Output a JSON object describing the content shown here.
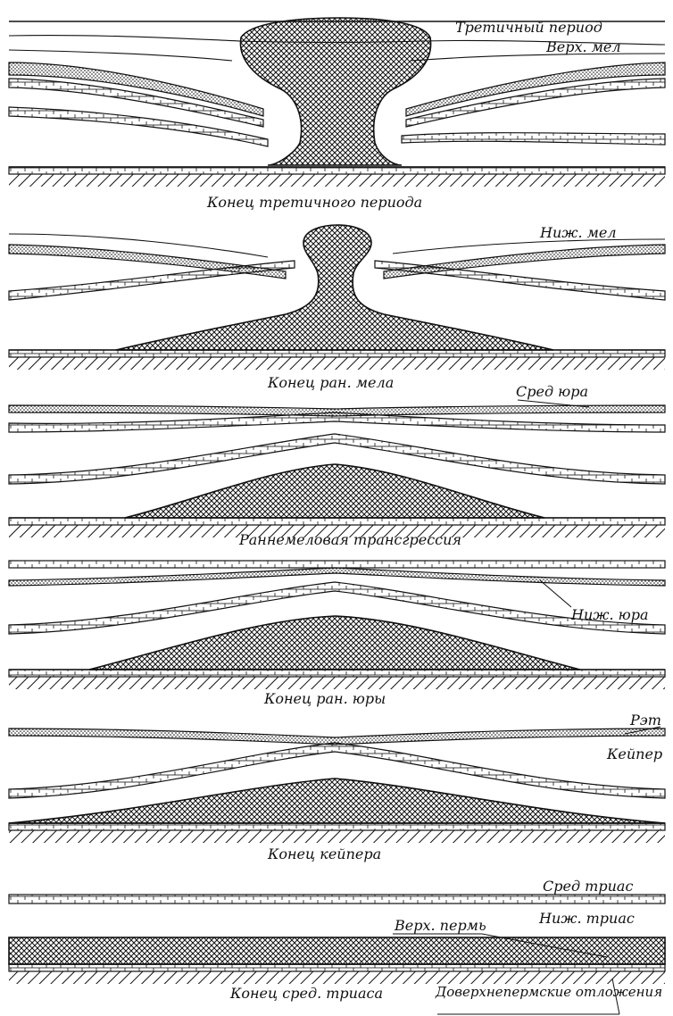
{
  "panels": [
    {
      "caption": "Конец третичного периода",
      "labels": [
        "Третичный период",
        "Верх. мел"
      ]
    },
    {
      "caption": "Конец ран. мела",
      "labels": [
        "Ниж. мел"
      ]
    },
    {
      "caption": "Раннемеловая трансгрессия",
      "labels": [
        "Сред юра"
      ]
    },
    {
      "caption": "Конец ран. юры",
      "labels": [
        "Ниж. юра"
      ]
    },
    {
      "caption": "Конец кейпера",
      "labels": [
        "Рэт",
        "Кейпер"
      ]
    },
    {
      "caption": "Конец сред. триаса",
      "labels": [
        "Сред триас",
        "Ниж. триас",
        "Верх. пермь",
        "Доверхнепермские отложения"
      ]
    }
  ],
  "colors": {
    "ink": "#111111",
    "paper": "#ffffff"
  }
}
